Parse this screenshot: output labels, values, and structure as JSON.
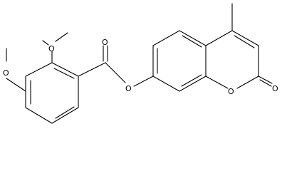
{
  "image": {
    "background": "#ffffff",
    "ink": "#000000"
  },
  "atoms": {
    "o_methoxy_2": "O",
    "o_methoxy_3": "O",
    "o_carbonyl_ester": "O",
    "o_ester_bridge": "O",
    "o_ring": "O",
    "o_lactone_carbonyl": "O"
  }
}
